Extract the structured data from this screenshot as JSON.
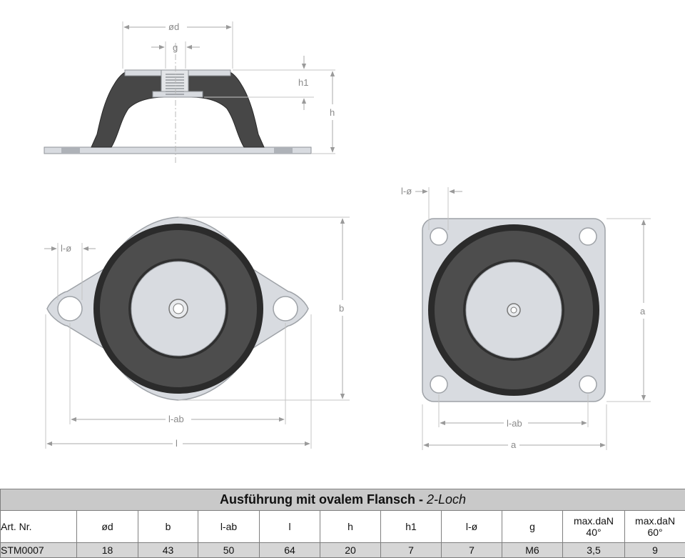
{
  "dimensions": {
    "od": "ød",
    "g": "g",
    "h1": "h1",
    "h": "h",
    "l_dia": "l-ø",
    "l_ab": "l-ab",
    "l": "l",
    "b": "b",
    "a": "a"
  },
  "colors": {
    "metal": "#d8dbe0",
    "metal_edge": "#8f9398",
    "rubber": "#474747",
    "rubber_dark": "#2b2b2b",
    "table_title_bg": "#c9c9c9",
    "table_data_bg": "#d6d6d6"
  },
  "table": {
    "title": "Ausführung mit ovalem Flansch - ",
    "subtitle": "2-Loch",
    "headers": [
      "Art. Nr.",
      "ød",
      "b",
      "l-ab",
      "l",
      "h",
      "h1",
      "l-ø",
      "g"
    ],
    "header_max40": [
      "max.daN",
      "40°"
    ],
    "header_max60": [
      "max.daN",
      "60°"
    ],
    "row": [
      "STM0007",
      "18",
      "43",
      "50",
      "64",
      "20",
      "7",
      "7",
      "M6",
      "3,5",
      "9"
    ]
  }
}
